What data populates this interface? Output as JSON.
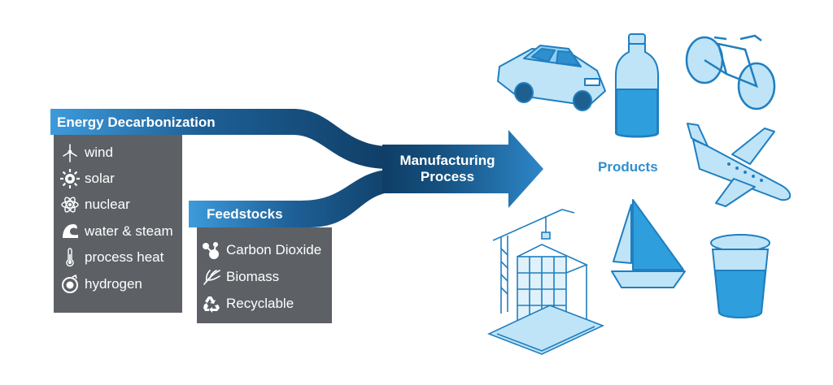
{
  "energy": {
    "title": "Energy Decarbonization",
    "items": [
      {
        "label": "wind",
        "icon": "wind-turbine-icon"
      },
      {
        "label": "solar",
        "icon": "sun-icon"
      },
      {
        "label": "nuclear",
        "icon": "atom-icon"
      },
      {
        "label": "water & steam",
        "icon": "wave-icon"
      },
      {
        "label": "process heat",
        "icon": "thermometer-icon"
      },
      {
        "label": "hydrogen",
        "icon": "hydrogen-icon"
      }
    ]
  },
  "feedstocks": {
    "title": "Feedstocks",
    "items": [
      {
        "label": "Carbon Dioxide",
        "icon": "molecule-icon"
      },
      {
        "label": "Biomass",
        "icon": "leaf-icon"
      },
      {
        "label": "Recyclable",
        "icon": "recycle-icon"
      }
    ]
  },
  "process": {
    "line1": "Manufacturing",
    "line2": "Process"
  },
  "products": {
    "label": "Products",
    "items": [
      "car-icon",
      "bottle-icon",
      "bicycle-icon",
      "airplane-icon",
      "building-crane-icon",
      "sailboat-icon",
      "cup-icon"
    ]
  },
  "colors": {
    "arrow_light": "#3b9ad9",
    "arrow_dark": "#0f3e66",
    "panel_gray": "#5d6166",
    "product_blue": "#2e8fcf",
    "product_fill": "#bfe4f7"
  }
}
